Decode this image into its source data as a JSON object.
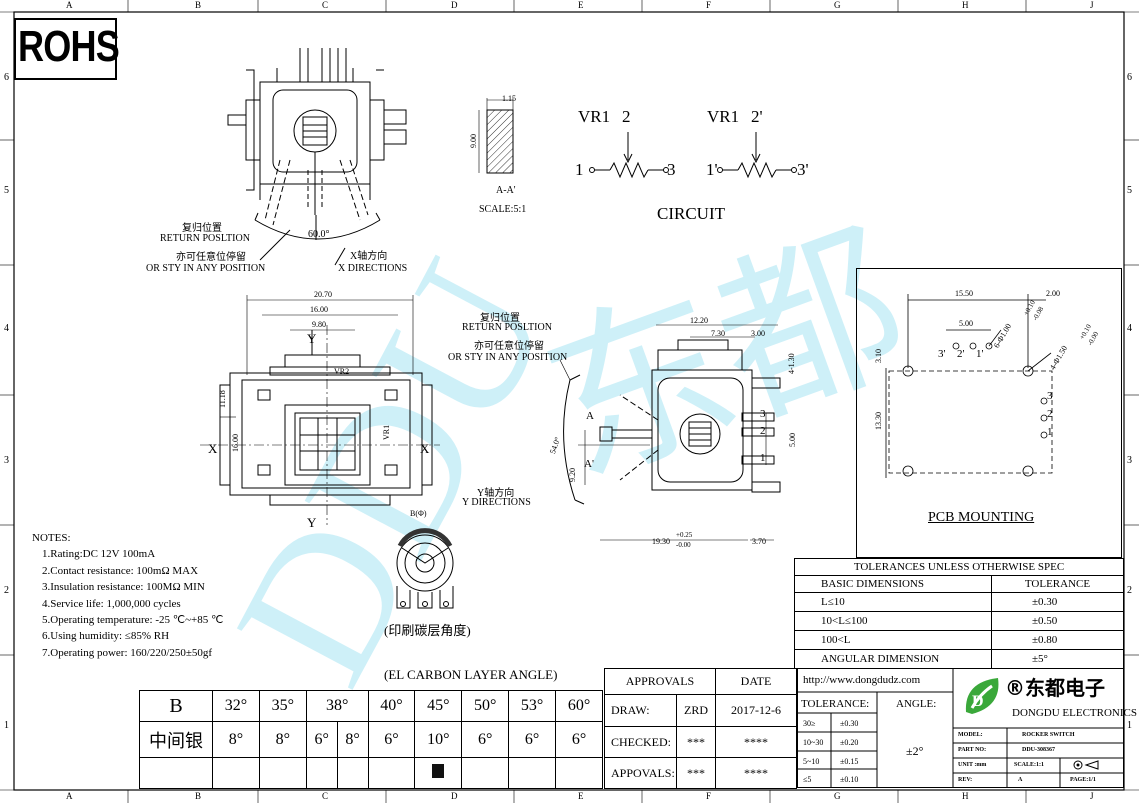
{
  "frame": {
    "col_letters": [
      "A",
      "B",
      "C",
      "D",
      "E",
      "F",
      "G",
      "H",
      "J"
    ],
    "row_numbers": [
      "6",
      "5",
      "4",
      "3",
      "2",
      "1"
    ]
  },
  "rohs": "ROHS",
  "watermark": {
    "latin": "DDU",
    "chinese": "东都"
  },
  "top_view": {
    "return_cn": "复归位置",
    "return_en": "RETURN POSLTION",
    "stay_cn": "亦可任意位停留",
    "stay_en": "OR STY IN ANY POSITION",
    "angle": "60.0°",
    "xdir_cn": "X轴方向",
    "xdir_en": "X DIRECTIONS"
  },
  "section": {
    "w": "1.15",
    "h": "9.00",
    "title": "A-A'",
    "scale": "SCALE:5:1"
  },
  "circuit": {
    "vr1_a": "VR1",
    "pin2": "2",
    "pin1": "1",
    "pin3": "3",
    "vr1_b": "VR1",
    "pin2p": "2'",
    "pin1p": "1'",
    "pin3p": "3'",
    "title": "CIRCUIT"
  },
  "front_view": {
    "d1": "20.70",
    "d2": "16.00",
    "d3": "9.80",
    "d4": "11.18",
    "d5": "16.00",
    "x_left": "X",
    "x_right": "X",
    "y_top": "Y",
    "y_bottom": "Y",
    "vr2": "VR2",
    "vr1": "VR1"
  },
  "side_view": {
    "return_cn": "复归位置",
    "return_en": "RETURN POSLTION",
    "stay_cn": "亦可任意位停留",
    "stay_en": "OR STY IN ANY POSITION",
    "d_1220": "12.20",
    "d_730": "7.30",
    "d_300": "3.00",
    "d_130": "4-1.30",
    "d_540": "54.0°",
    "d_920": "9.20",
    "d_500": "5.00",
    "d_1930": "19.30",
    "d_tol_p": "+0.25",
    "d_tol_m": "-0.00",
    "d_370": "3.70",
    "a": "A",
    "ap": "A'",
    "pin1": "1",
    "pin2": "2",
    "pin3": "3",
    "ydir_cn": "Y轴方向",
    "ydir_en": "Y DIRECTIONS"
  },
  "pcb": {
    "d_1550": "15.50",
    "d_200": "2.00",
    "d_500": "5.00",
    "hole_a": "6-Φ1.00",
    "hole_a_tol_p": "+0.10",
    "hole_a_tol_m": "-0.08",
    "hole_b": "4-Φ1.50",
    "hole_b_tol_p": "+0.10",
    "hole_b_tol_m": "-0.00",
    "d_310": "3.10",
    "d_1330": "13.30",
    "p3p": "3'",
    "p2p": "2'",
    "p1p": "1'",
    "p3": "3",
    "p2": "2",
    "p1": "1",
    "title": "PCB MOUNTING"
  },
  "notes": {
    "title": "NOTES:",
    "items": [
      "1.Rating:DC 12V 100mA",
      "2.Contact resistance: 100mΩ MAX",
      "3.Insulation resistance: 100MΩ MIN",
      "4.Service life: 1,000,000 cycles",
      "5.Operating temperature: -25 ℃~+85 ℃",
      "6.Using humidity: ≤85% RH",
      "7.Operating power: 160/220/250±50gf"
    ]
  },
  "carbon": {
    "b_label": "B(Φ)",
    "caption_cn": "(印刷碳层角度)",
    "caption_en": "(EL CARBON LAYER ANGLE)",
    "row_head": "B",
    "row2_head": "中间银",
    "angles": [
      "32°",
      "35°",
      "38°",
      "40°",
      "45°",
      "50°",
      "53°",
      "60°"
    ],
    "silver": [
      "8°",
      "8°",
      "6°",
      "8°",
      "6°",
      "10°",
      "6°",
      "6°",
      "6°"
    ]
  },
  "tolerance": {
    "title": "TOLERANCES UNLESS OTHERWISE SPEC",
    "col1": "BASIC DIMENSIONS",
    "col2": "TOLERANCE",
    "rows": [
      {
        "dim": "L≤10",
        "tol": "±0.30"
      },
      {
        "dim": "10<L≤100",
        "tol": "±0.50"
      },
      {
        "dim": "100<L",
        "tol": "±0.80"
      },
      {
        "dim": "ANGULAR DIMENSION",
        "tol": "±5°"
      }
    ]
  },
  "approvals": {
    "head": "APPROVALS",
    "date_head": "DATE",
    "draw": "DRAW:",
    "draw_name": "ZRD",
    "draw_date": "2017-12-6",
    "checked": "CHECKED:",
    "checked_name": "***",
    "checked_date": "****",
    "appovals": "APPOVALS:",
    "appovals_name": "***",
    "appovals_date": "****"
  },
  "titleblock": {
    "url": "http://www.dongdudz.com",
    "tol_head": "TOLERANCE:",
    "angle_head": "ANGLE:",
    "tol_rows": [
      {
        "r": "30≥",
        "v": "±0.30"
      },
      {
        "r": "10~30",
        "v": "±0.20"
      },
      {
        "r": "5~10",
        "v": "±0.15"
      },
      {
        "r": "≤5",
        "v": "±0.10"
      }
    ],
    "angle_val": "±2°",
    "brand_cn": "®东都电子",
    "brand_en": "DONGDU ELECTRONICS",
    "model_k": "MODEL:",
    "model_v": "ROCKER SWITCH",
    "part_k": "PART NO:",
    "part_v": "DDU-308367",
    "unit_k": "UNIT :mm",
    "scale_k": "SCALE:1:1",
    "rev_k": "REV:",
    "rev_v": "A",
    "page_k": "PAGE:1/1"
  },
  "colors": {
    "line": "#000000",
    "watermark": "#5fd0e6",
    "logo_green": "#3aa83a"
  }
}
